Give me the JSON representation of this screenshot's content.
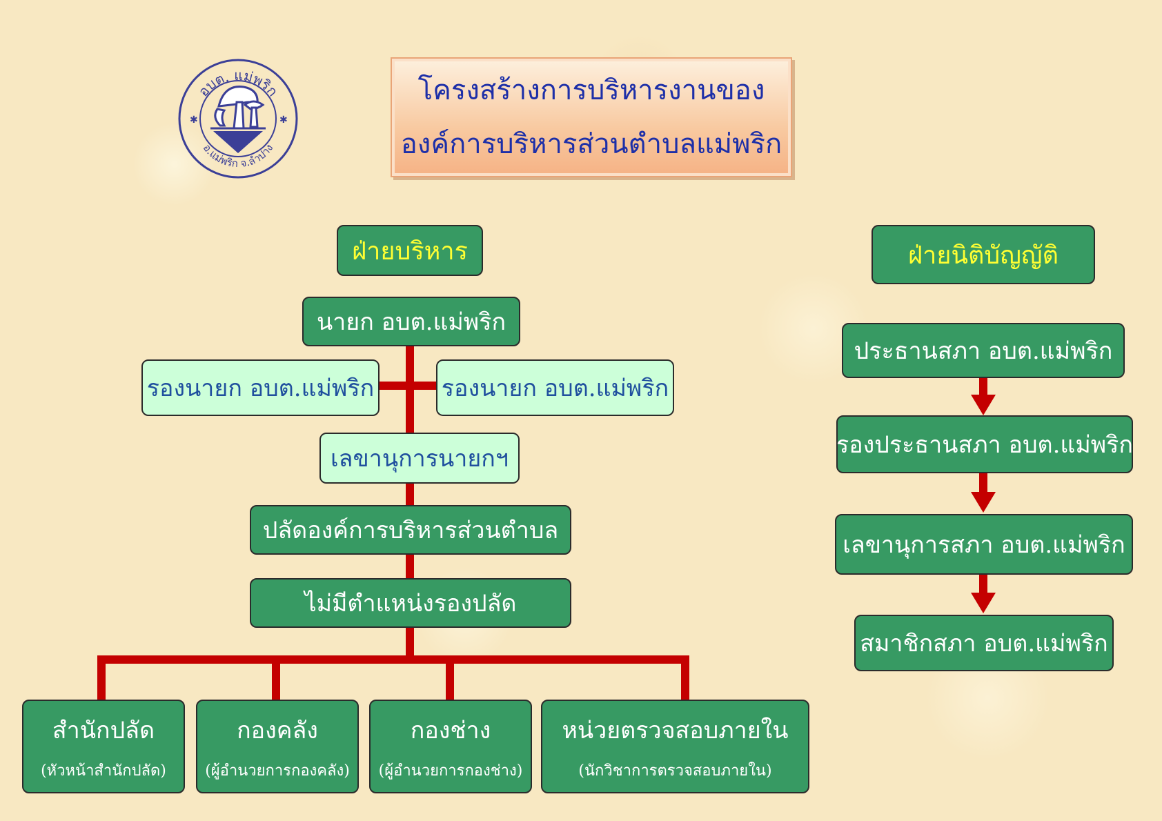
{
  "title": {
    "line1": "โครงสร้างการบริหารงานของ",
    "line2": "องค์การบริหารส่วนตำบลแม่พริก"
  },
  "logo": {
    "top_text": "อบต. แม่พริก",
    "bottom_text": "อ.แม่พริก  จ.ลำปาง",
    "icon": "mushroom-seal-icon",
    "color": "#3b3f97"
  },
  "executive": {
    "heading": "ฝ่ายบริหาร",
    "mayor": "นายก อบต.แม่พริก",
    "deputy_left": "รองนายก อบต.แม่พริก",
    "deputy_right": "รองนายก อบต.แม่พริก",
    "secretary": "เลขานุการนายกฯ",
    "chief_admin": "ปลัดองค์การบริหารส่วนตำบล",
    "deputy_chief": "ไม่มีตำแหน่งรองปลัด",
    "departments": [
      {
        "name": "สำนักปลัด",
        "head": "(หัวหน้าสำนักปลัด)"
      },
      {
        "name": "กองคลัง",
        "head": "(ผู้อำนวยการกองคลัง)"
      },
      {
        "name": "กองช่าง",
        "head": "(ผู้อำนวยการกองช่าง)"
      },
      {
        "name": "หน่วยตรวจสอบภายใน",
        "head": "(นักวิชาการตรวจสอบภายใน)"
      }
    ]
  },
  "legislative": {
    "heading": "ฝ่ายนิติบัญญัติ",
    "members": [
      "ประธานสภา อบต.แม่พริก",
      "รองประธานสภา อบต.แม่พริก",
      "เลขานุการสภา อบต.แม่พริก",
      "สมาชิกสภา อบต.แม่พริก"
    ]
  },
  "colors": {
    "box_green": "#379a63",
    "box_light": "#ccffd9",
    "heading_text": "#ffff33",
    "connector": "#c40000",
    "title_text": "#1d2fa8"
  }
}
